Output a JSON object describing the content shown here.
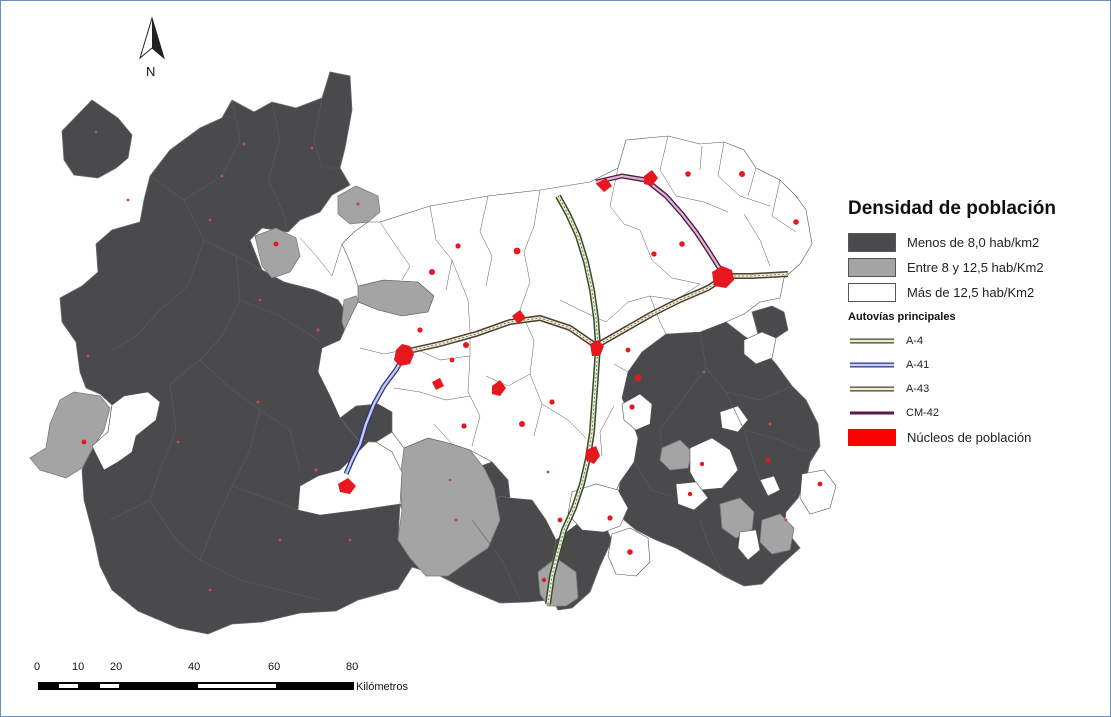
{
  "map": {
    "north_label": "N",
    "scale_ticks": [
      "0",
      "10",
      "20",
      "40",
      "60",
      "80"
    ],
    "scale_unit": "Kilómetros"
  },
  "legend": {
    "title": "Densidad de población",
    "classes": [
      {
        "label": "Menos de 8,0 hab/km2",
        "color": "#4a4a4c"
      },
      {
        "label": "Entre 8 y 12,5 hab/Km2",
        "color": "#a4a4a4"
      },
      {
        "label": "Más de 12,5 hab/Km2",
        "color": "#ffffff"
      }
    ],
    "roads_title": "Autovías principales",
    "roads": [
      {
        "label": "A-4",
        "color": "#7d9a5a"
      },
      {
        "label": "A-41",
        "color": "#5c6fc7"
      },
      {
        "label": "A-43",
        "color": "#b9a884"
      },
      {
        "label": "CM-42",
        "color": "#7a2a5e"
      }
    ],
    "nucleos_label": "Núcleos de población",
    "nucleos_color": "#ff0000"
  }
}
